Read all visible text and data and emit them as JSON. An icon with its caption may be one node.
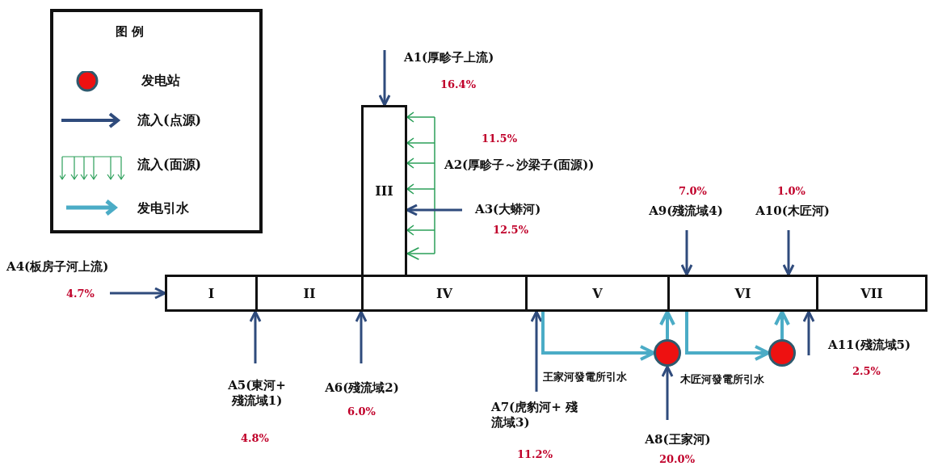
{
  "diagram": {
    "nodes": [
      {
        "text": [
          "I"
        ]
      },
      {
        "text": [
          "II"
        ]
      },
      {
        "text": [
          "III"
        ]
      },
      {
        "text": [
          "IV"
        ]
      },
      {
        "text": [
          "V"
        ]
      },
      {
        "text": [
          "VI"
        ]
      },
      {
        "text": [
          "VII"
        ]
      },
      {
        "text": [
          "A1(厚畛子上流)"
        ],
        "beside": [
          "16.4%"
        ]
      },
      {
        "text": [
          "A3(大蟒河)"
        ],
        "beside": [
          "12.5%"
        ]
      },
      {
        "text": [
          "A4(板房子河上流)"
        ],
        "beside": [
          "4.7%"
        ]
      },
      {
        "text": [
          "A5(東河+ 殘流域1)"
        ],
        "beside": [
          "4.8%"
        ]
      },
      {
        "text": [
          "A6(殘流域2)"
        ],
        "beside": [
          "6.0%"
        ]
      },
      {
        "text": [
          "A7(虎豹河+ 殘流域3)"
        ],
        "beside": [
          "11.2%"
        ]
      },
      {
        "text": [
          "A8(王家河)"
        ],
        "beside": [
          "20.0%"
        ]
      },
      {
        "text": [
          "A9(殘流域4)"
        ],
        "beside": [
          "7.0%"
        ]
      },
      {
        "text": [
          "A10(木匠河)"
        ],
        "beside": [
          "1.0%"
        ]
      },
      {
        "text": [
          "A11(殘流域5)"
        ],
        "beside": [
          "2.5%"
        ]
      },
      {
        "text": [],
        "shape": "circle"
      },
      {
        "text": [],
        "shape": "circle"
      }
    ],
    "edges": [
      {
        "from": 7,
        "to": 2,
        "arrow": "to"
      },
      {
        "from": null,
        "to": 2,
        "arrow": "to",
        "color": "#2ca05a"
      },
      {
        "from": 8,
        "to": 2,
        "arrow": "to"
      },
      {
        "from": 9,
        "to": 0,
        "arrow": "to"
      },
      {
        "from": 10,
        "to": 1,
        "arrow": "to"
      },
      {
        "from": 11,
        "to": 3,
        "arrow": "to"
      },
      {
        "from": 12,
        "to": 4,
        "arrow": "to"
      },
      {
        "from": 13,
        "to": 17,
        "arrow": "to"
      },
      {
        "from": 14,
        "to": 5,
        "arrow": "to"
      },
      {
        "from": 15,
        "to": 5,
        "arrow": "to"
      },
      {
        "from": 16,
        "to": 5,
        "arrow": "to"
      },
      {
        "from": 4,
        "to": 17,
        "arrow": "to",
        "color": "#4bacc6",
        "label": "王家河發電所引水"
      },
      {
        "from": 17,
        "to": 5,
        "arrow": "to",
        "color": "#4bacc6"
      },
      {
        "from": 5,
        "to": 18,
        "arrow": "to",
        "color": "#4bacc6",
        "label": "木匠河發電所引水"
      },
      {
        "from": 18,
        "to": 5,
        "arrow": "to",
        "color": "#4bacc6"
      }
    ],
    "labels": [
      "图 例",
      "11.5%",
      "A2(厚畛子～沙梁子(面源))"
    ],
    "legend": [
      {
        "text": "发电站"
      },
      {
        "text": "流入(点源)"
      },
      {
        "text": "流入(面源)"
      },
      {
        "text": "发电引水"
      }
    ]
  }
}
